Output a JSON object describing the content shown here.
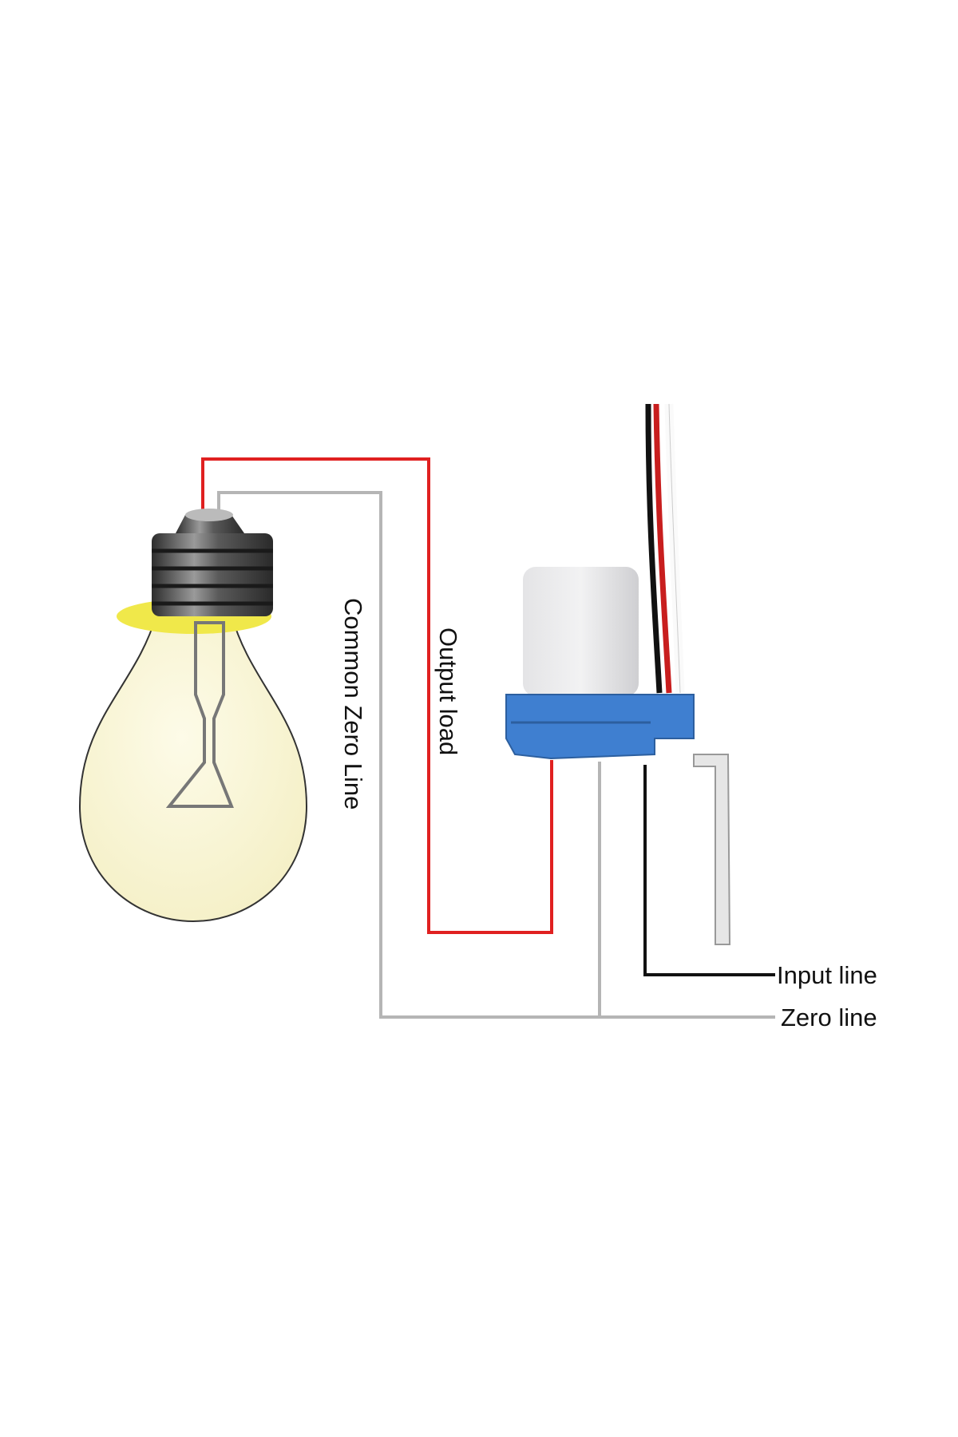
{
  "labels": {
    "common_zero_line": "Common Zero Line",
    "output_load": "Output load",
    "input_line": "Input line",
    "zero_line": "Zero line"
  },
  "colors": {
    "output_wire": "#e02020",
    "zero_wire": "#b5b5b5",
    "input_wire": "#111111",
    "sensor_base": "#3f7fd0",
    "bulb_glass": "#fbf8dc",
    "bulb_neck": "#f0e84a"
  }
}
